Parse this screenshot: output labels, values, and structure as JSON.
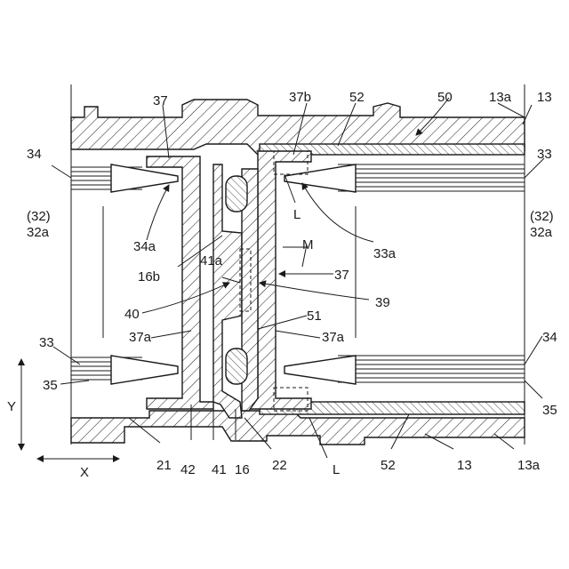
{
  "labels": {
    "l13a_top": "13a",
    "l13_top": "13",
    "l50": "50",
    "l52_top": "52",
    "l37b": "37b",
    "l37_top": "37",
    "l34_left": "34",
    "l33_right": "33",
    "l32_left_paren": "(32)",
    "l32a_left": "32a",
    "l32_right_paren": "(32)",
    "l32a_right": "32a",
    "l34a": "34a",
    "l16b": "16b",
    "l41a": "41a",
    "lM": "M",
    "l37_mid": "37",
    "l33a": "33a",
    "lL_top": "L",
    "l39": "39",
    "l40": "40",
    "l51": "51",
    "l37a_left": "37a",
    "l37a_right": "37a",
    "l33_left": "33",
    "l34_right": "34",
    "l35_left": "35",
    "l35_right": "35",
    "lY": "Y",
    "lX": "X",
    "l21": "21",
    "l42": "42",
    "l41": "41",
    "l16": "16",
    "l22": "22",
    "lL_bot": "L",
    "l52_bot": "52",
    "l13_bot": "13",
    "l13a_bot": "13a"
  }
}
